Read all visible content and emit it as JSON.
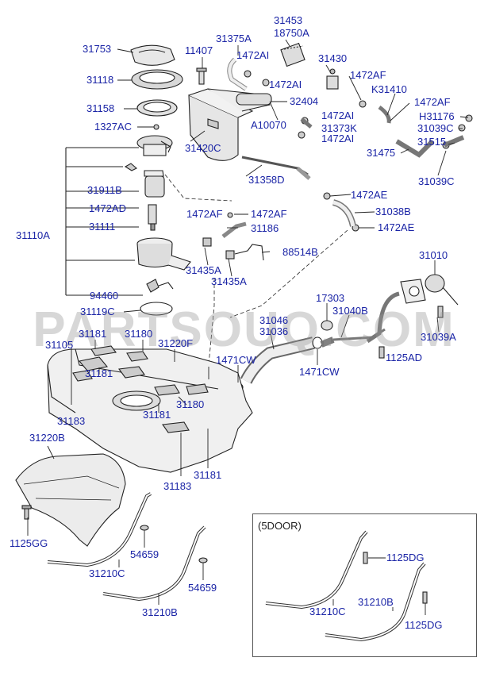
{
  "labels": {
    "p31753": "31753",
    "p31118": "31118",
    "p31158": "31158",
    "p1327AC": "1327AC",
    "p31110A": "31110A",
    "p31911B": "31911B",
    "p1472AD": "1472AD",
    "p31111": "31111",
    "p94460": "94460",
    "p31119C": "31119C",
    "p31105": "31105",
    "p31181a": "31181",
    "p31180a": "31180",
    "p31220F": "31220F",
    "p31181b": "31181",
    "p31183a": "31183",
    "p31181c": "31181",
    "p31180b": "31180",
    "p31183b": "31183",
    "p31181d": "31181",
    "p31220B": "31220B",
    "p1125GG": "1125GG",
    "p31210Ca": "31210C",
    "p54659a": "54659",
    "p54659b": "54659",
    "p31210Ba": "31210B",
    "p11407": "11407",
    "p31375A": "31375A",
    "p31453": "31453",
    "p18750A": "18750A",
    "p1472AIa": "1472AI",
    "p1472AIb": "1472AI",
    "p31430": "31430",
    "p32404": "32404",
    "p1472AFa": "1472AF",
    "pK31410": "K31410",
    "p1472AIc": "1472AI",
    "p1472AFb": "1472AF",
    "pA10070": "A10070",
    "p31373K": "31373K",
    "pH31176": "H31176",
    "p31039Ca": "31039C",
    "p31420C": "31420C",
    "p1472AId": "1472AI",
    "p31515": "31515",
    "p31475": "31475",
    "p31039Cb": "31039C",
    "p31358D": "31358D",
    "p1472AEa": "1472AE",
    "p1472AFc": "1472AF",
    "p1472AFd": "1472AF",
    "p31038B": "31038B",
    "p31186": "31186",
    "p1472AEb": "1472AE",
    "p88514B": "88514B",
    "p31435Aa": "31435A",
    "p31435Ab": "31435A",
    "p31010": "31010",
    "p17303": "17303",
    "p31040B": "31040B",
    "p31046": "31046",
    "p31036": "31036",
    "p31039A": "31039A",
    "p1471CWa": "1471CW",
    "p1471CWb": "1471CW",
    "p1125AD": "1125AD",
    "p31210Cb": "31210C",
    "p31210Bb": "31210B",
    "p1125DGa": "1125DG",
    "p1125DGb": "1125DG"
  },
  "inset": {
    "title": "(5DOOR)"
  },
  "watermark": "PARTSOUQ.COM",
  "colors": {
    "label": "#1a24a6",
    "line": "#222222",
    "watermark": "#969696"
  }
}
